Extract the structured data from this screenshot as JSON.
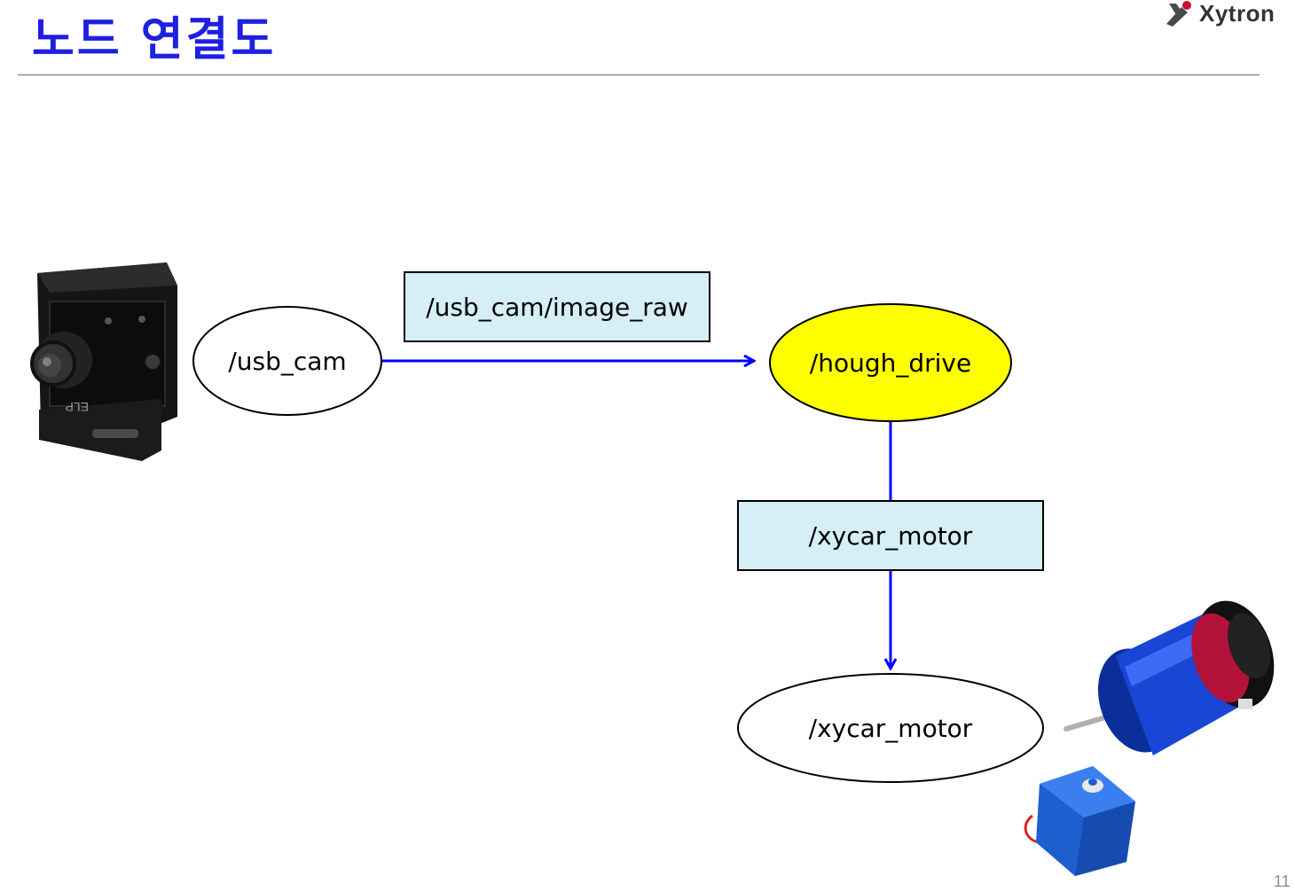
{
  "slide": {
    "title": "노드 연결도",
    "logo_text": "Xytron",
    "page_number": "11"
  },
  "diagram": {
    "nodes": [
      {
        "id": "usb_cam",
        "label": "/usb_cam",
        "shape": "ellipse",
        "fill": "#ffffff"
      },
      {
        "id": "hough_drive",
        "label": "/hough_drive",
        "shape": "ellipse",
        "fill": "#ffff00"
      },
      {
        "id": "xycar_motor_node",
        "label": "/xycar_motor",
        "shape": "ellipse",
        "fill": "#ffffff"
      }
    ],
    "topics": [
      {
        "id": "image_raw_topic",
        "label": "/usb_cam/image_raw",
        "shape": "rectangle",
        "fill": "#d6eef5"
      },
      {
        "id": "xycar_motor_topic",
        "label": "/xycar_motor",
        "shape": "rectangle",
        "fill": "#d6eef5"
      }
    ],
    "edges": [
      {
        "from": "usb_cam",
        "to": "hough_drive",
        "via": "image_raw_topic"
      },
      {
        "from": "hough_drive",
        "to": "xycar_motor_node",
        "via": "xycar_motor_topic"
      }
    ],
    "arrow_color": "#0000ff",
    "title_color": "#1f1fe0",
    "pictures": [
      "usb-camera-photo",
      "bldc-motor-photo",
      "servo-motor-photo"
    ]
  }
}
